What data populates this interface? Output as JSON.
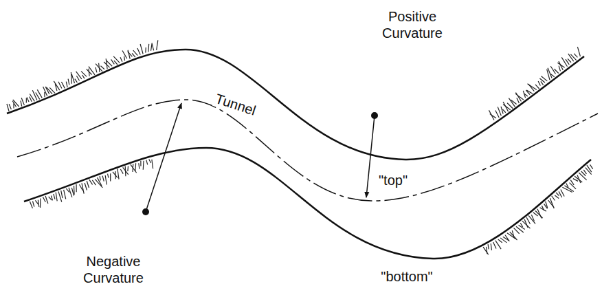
{
  "diagram": {
    "labels": [
      "Positive Curvature",
      "Tunnel",
      "\"top\"",
      "\"bottom\"",
      "Negative Curvature"
    ]
  }
}
